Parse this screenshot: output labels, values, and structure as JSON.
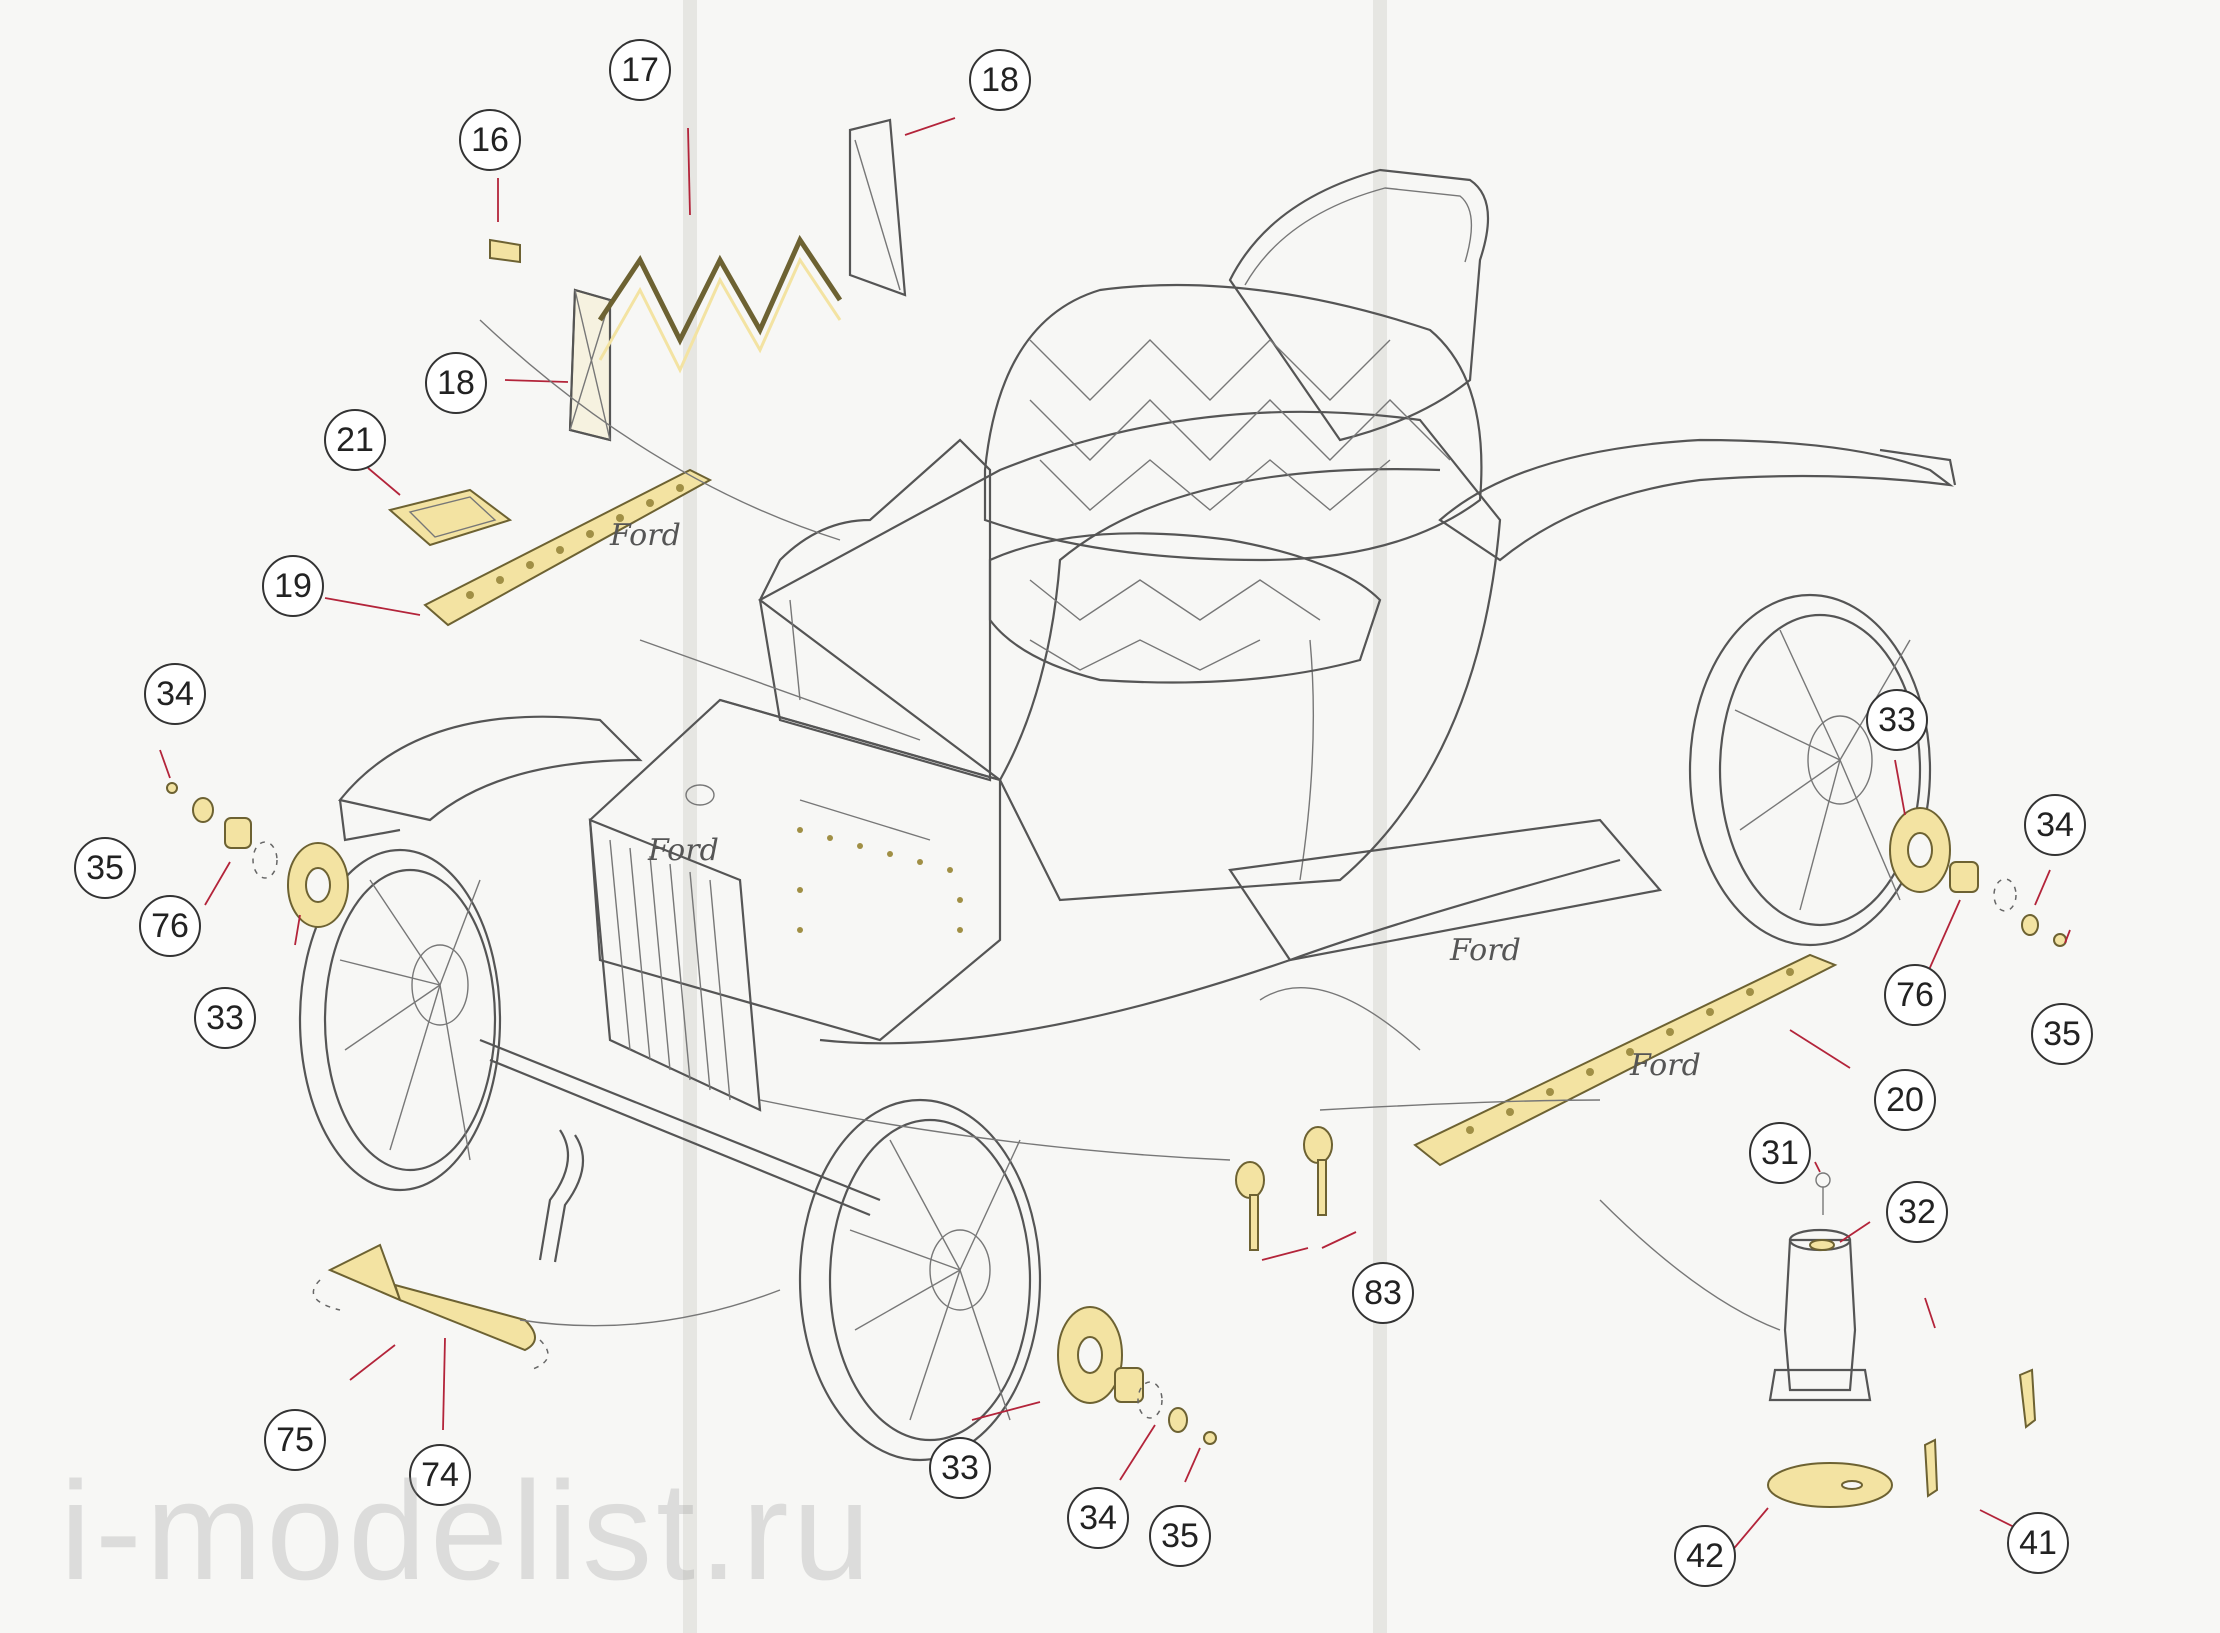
{
  "diagram": {
    "callouts": [
      {
        "id": "c16",
        "label": "16"
      },
      {
        "id": "c17",
        "label": "17"
      },
      {
        "id": "c18a",
        "label": "18"
      },
      {
        "id": "c18b",
        "label": "18"
      },
      {
        "id": "c21",
        "label": "21"
      },
      {
        "id": "c19",
        "label": "19"
      },
      {
        "id": "c34a",
        "label": "34"
      },
      {
        "id": "c35a",
        "label": "35"
      },
      {
        "id": "c76a",
        "label": "76"
      },
      {
        "id": "c33a",
        "label": "33"
      },
      {
        "id": "c33b",
        "label": "33"
      },
      {
        "id": "c34b",
        "label": "34"
      },
      {
        "id": "c76b",
        "label": "76"
      },
      {
        "id": "c35b",
        "label": "35"
      },
      {
        "id": "c20",
        "label": "20"
      },
      {
        "id": "c31",
        "label": "31"
      },
      {
        "id": "c32",
        "label": "32"
      },
      {
        "id": "c83",
        "label": "83"
      },
      {
        "id": "c75",
        "label": "75"
      },
      {
        "id": "c74",
        "label": "74"
      },
      {
        "id": "c33c",
        "label": "33"
      },
      {
        "id": "c34c",
        "label": "34"
      },
      {
        "id": "c35c",
        "label": "35"
      },
      {
        "id": "c42",
        "label": "42"
      },
      {
        "id": "c41",
        "label": "41"
      }
    ],
    "logo_text": "Ford",
    "part_color": "#f3e3a2",
    "arrow_color": "#b3243a"
  },
  "watermark": "i-modelist.ru"
}
